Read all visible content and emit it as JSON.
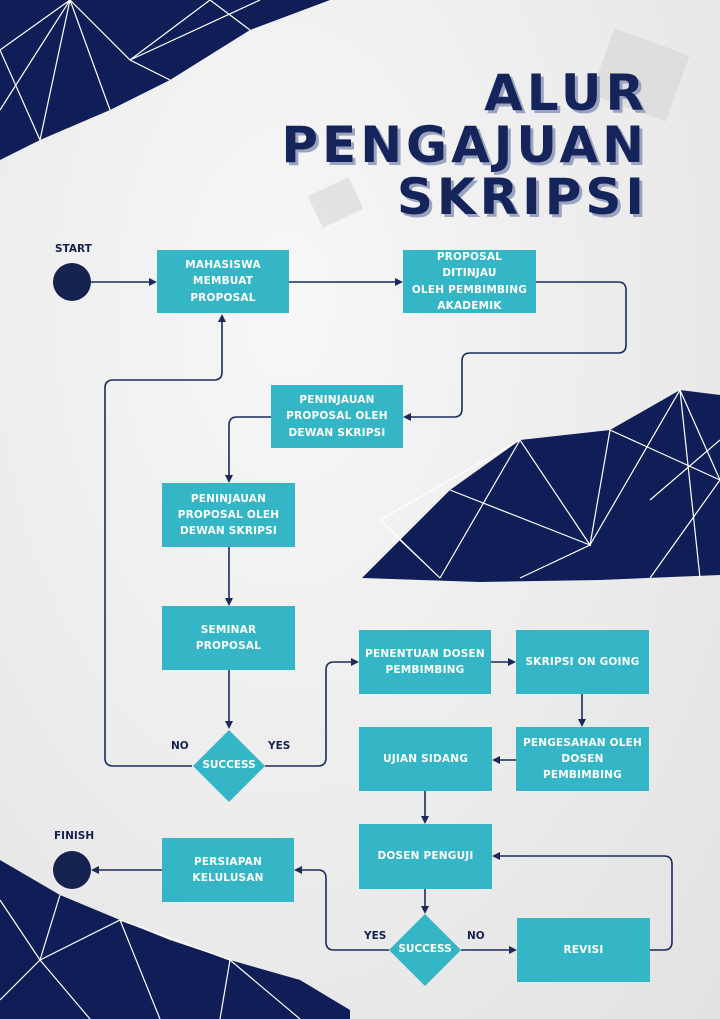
{
  "title": {
    "line1": "ALUR",
    "line2": "PENGAJUAN",
    "line3": "SKRIPSI"
  },
  "terminals": {
    "start": "START",
    "finish": "FINISH"
  },
  "steps": {
    "mahasiswa": "MAHASISWA\nMEMBUAT\nPROPOSAL",
    "ditinjau": "PROPOSAL DITINJAU\nOLEH PEMBIMBING\nAKADEMIK",
    "peninjauan1": "PENINJAUAN\nPROPOSAL OLEH\nDEWAN SKRIPSI",
    "peninjauan2": "PENINJAUAN\nPROPOSAL OLEH\nDEWAN SKRIPSI",
    "seminar": "SEMINAR PROPOSAL",
    "penentuan": "PENENTUAN DOSEN\nPEMBIMBING",
    "ongoing": "SKRIPSI ON GOING",
    "pengesahan": "PENGESAHAN OLEH\nDOSEN PEMBIMBING",
    "ujian": "UJIAN SIDANG",
    "penguji": "DOSEN PENGUJI",
    "persiapan": "PERSIAPAN\nKELULUSAN",
    "revisi": "REVISI"
  },
  "decisions": {
    "d1": {
      "text": "SUCCESS",
      "no": "NO",
      "yes": "YES"
    },
    "d2": {
      "text": "SUCCESS",
      "no": "NO",
      "yes": "YES"
    }
  },
  "colors": {
    "box": "#35b6c6",
    "navy": "#14224f",
    "line": "#1b2a5c",
    "paper": "#ececec"
  }
}
